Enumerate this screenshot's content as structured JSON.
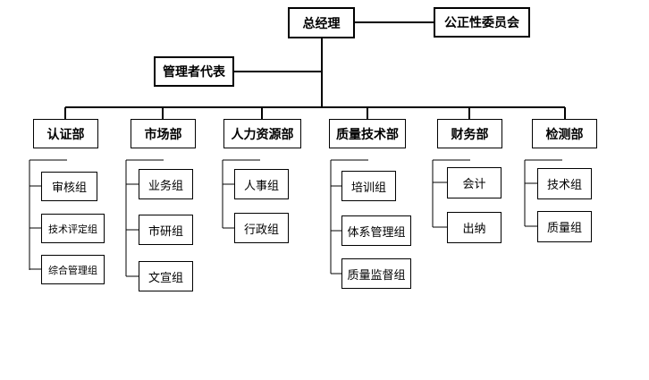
{
  "chart_data": {
    "type": "org-chart",
    "root": "总经理",
    "root_side": "公正性委员会",
    "root_branch": "管理者代表",
    "departments": [
      {
        "name": "认证部",
        "groups": [
          "审核组",
          "技术评定组",
          "综合管理组"
        ]
      },
      {
        "name": "市场部",
        "groups": [
          "业务组",
          "市研组",
          "文宣组"
        ]
      },
      {
        "name": "人力资源部",
        "groups": [
          "人事组",
          "行政组"
        ]
      },
      {
        "name": "质量技术部",
        "groups": [
          "培训组",
          "体系管理组",
          "质量监督组"
        ]
      },
      {
        "name": "财务部",
        "groups": [
          "会计",
          "出纳"
        ]
      },
      {
        "name": "检测部",
        "groups": [
          "技术组",
          "质量组"
        ]
      }
    ]
  }
}
